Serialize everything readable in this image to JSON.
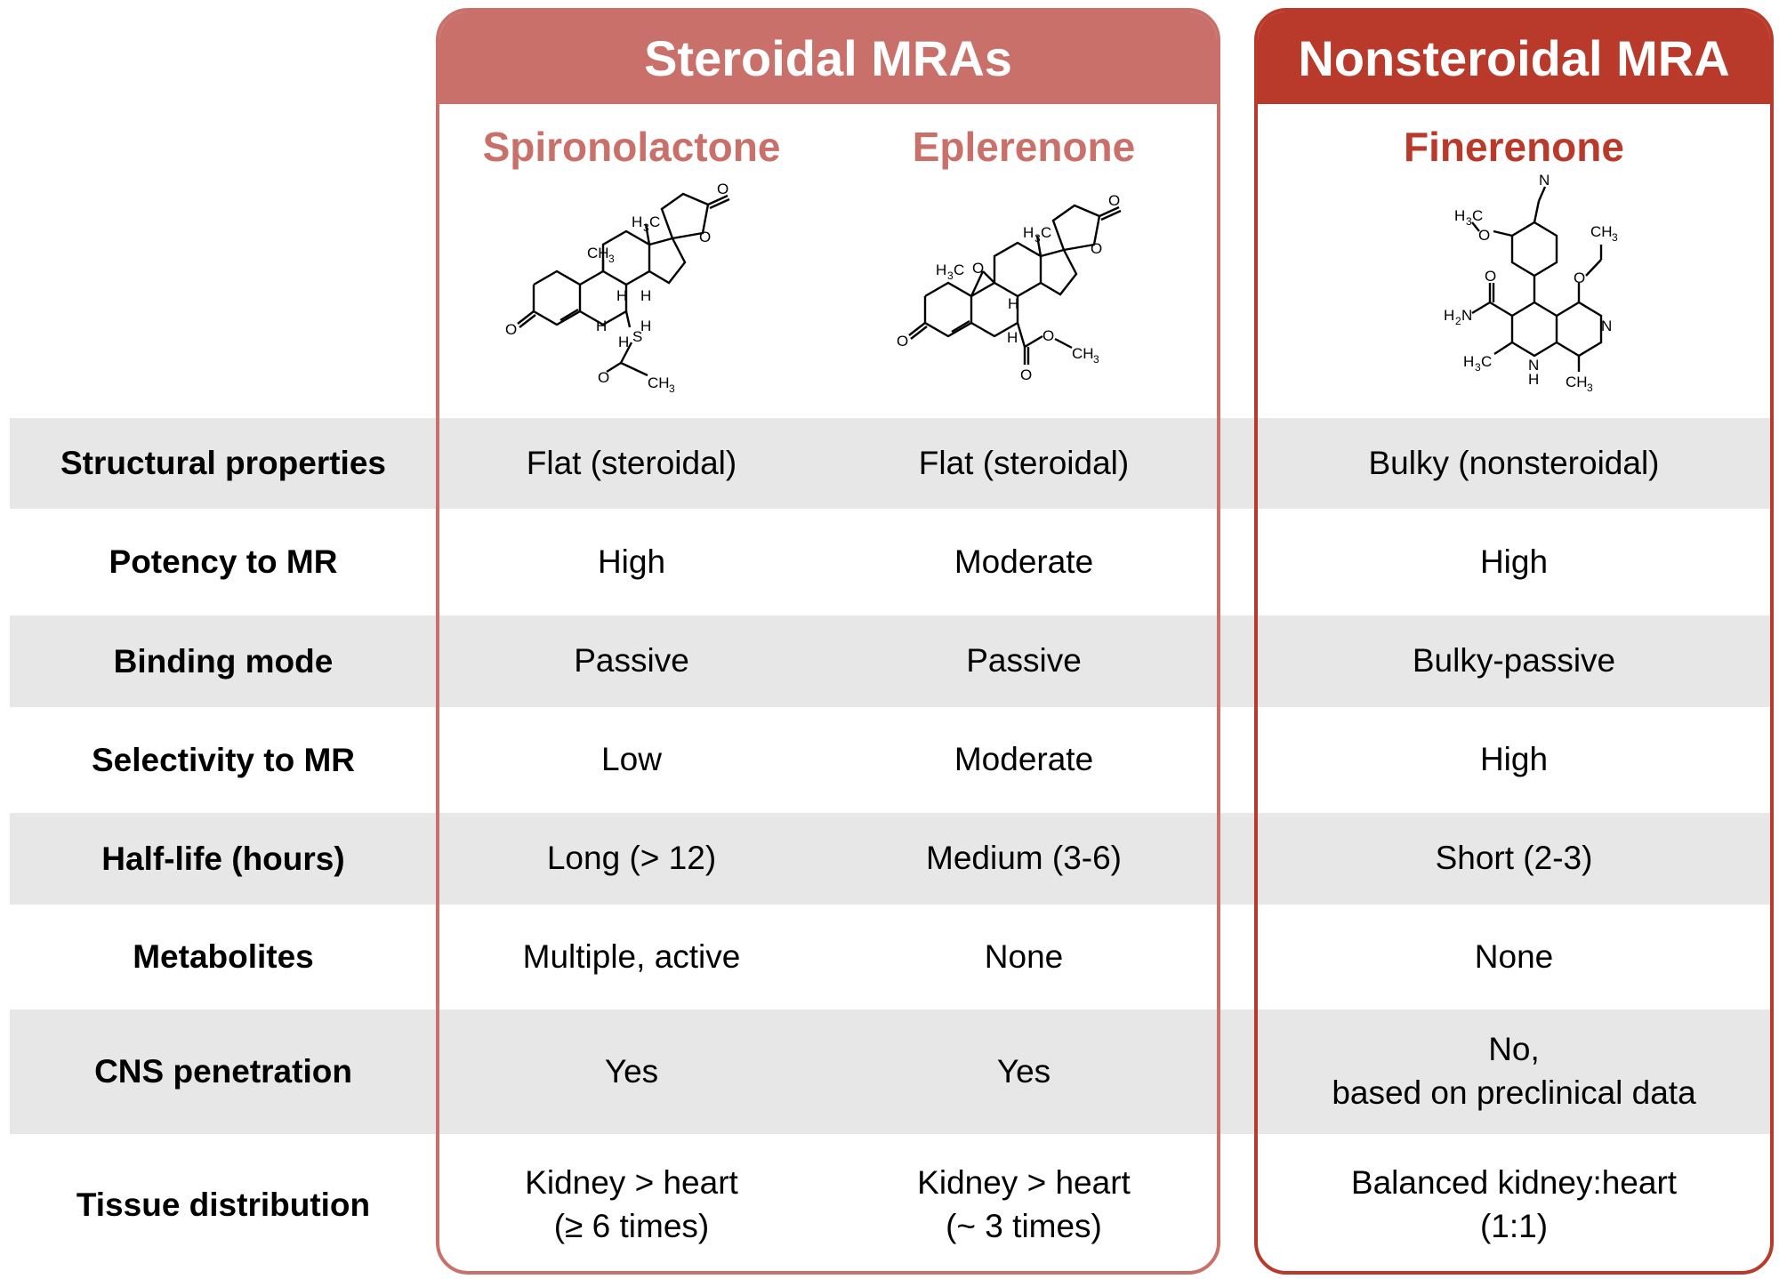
{
  "groups": {
    "steroidal": {
      "title": "Steroidal MRAs",
      "color": "#c9706a"
    },
    "nonsteroidal": {
      "title": "Nonsteroidal MRA",
      "color": "#b93a2a"
    }
  },
  "drugs": [
    {
      "name": "Spironolactone",
      "color": "#c9706a",
      "structure": {
        "labels": [
          "O",
          "O",
          "H3C",
          "CH3",
          "H",
          "H",
          "H",
          "H",
          "H",
          "S",
          "O",
          "CH3"
        ]
      }
    },
    {
      "name": "Eplerenone",
      "color": "#c9706a",
      "structure": {
        "labels": [
          "O",
          "O",
          "H3C",
          "H3C",
          "O",
          "H",
          "H",
          "H",
          "O",
          "O",
          "CH3",
          "O"
        ]
      }
    },
    {
      "name": "Finerenone",
      "color": "#b93a2a",
      "structure": {
        "labels": [
          "N",
          "H3C",
          "O",
          "CH3",
          "O",
          "O",
          "H2N",
          "N",
          "H3C",
          "N",
          "H",
          "CH3"
        ]
      }
    }
  ],
  "rows": [
    {
      "label": "Structural properties",
      "values": [
        [
          "Flat (steroidal)"
        ],
        [
          "Flat (steroidal)"
        ],
        [
          "Bulky (nonsteroidal)"
        ]
      ]
    },
    {
      "label": "Potency to MR",
      "values": [
        [
          "High"
        ],
        [
          "Moderate"
        ],
        [
          "High"
        ]
      ]
    },
    {
      "label": "Binding mode",
      "values": [
        [
          "Passive"
        ],
        [
          "Passive"
        ],
        [
          "Bulky-passive"
        ]
      ]
    },
    {
      "label": "Selectivity to MR",
      "values": [
        [
          "Low"
        ],
        [
          "Moderate"
        ],
        [
          "High"
        ]
      ]
    },
    {
      "label": "Half-life (hours)",
      "values": [
        [
          "Long (> 12)"
        ],
        [
          "Medium (3-6)"
        ],
        [
          "Short (2-3)"
        ]
      ]
    },
    {
      "label": "Metabolites",
      "values": [
        [
          "Multiple, active"
        ],
        [
          "None"
        ],
        [
          "None"
        ]
      ]
    },
    {
      "label": "CNS penetration",
      "values": [
        [
          "Yes"
        ],
        [
          "Yes"
        ],
        [
          "No,",
          "based on preclinical data"
        ]
      ]
    },
    {
      "label": "Tissue distribution",
      "values": [
        [
          "Kidney > heart",
          "(≥ 6 times)"
        ],
        [
          "Kidney > heart",
          "(~ 3 times)"
        ],
        [
          "Balanced kidney:heart",
          "(1:1)"
        ]
      ]
    }
  ]
}
